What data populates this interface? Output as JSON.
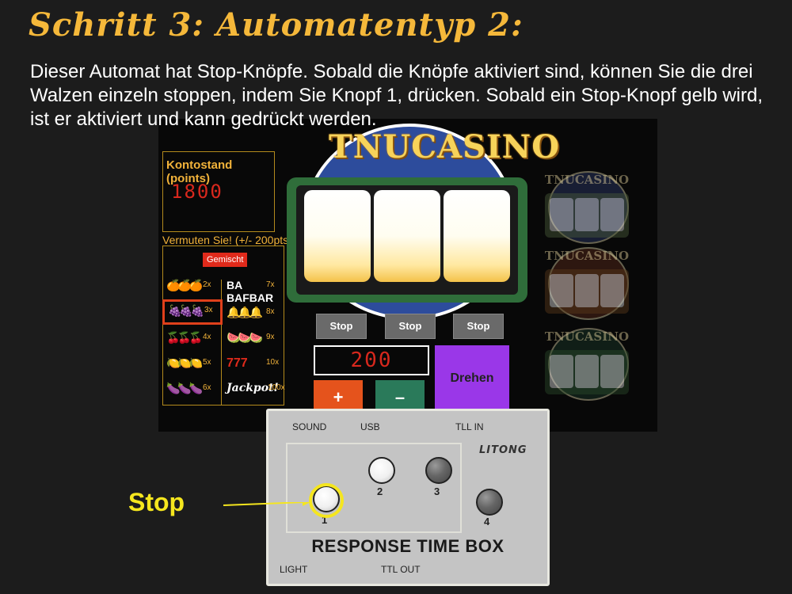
{
  "heading": "Schritt 3: Automatentyp 2:",
  "description": "Dieser Automat hat Stop-Knöpfe. Sobald die Knöpfe aktiviert sind, können Sie die drei Walzen einzeln stoppen, indem Sie Knopf 1, drücken. Sobald ein Stop-Knopf gelb wird, ist er aktiviert und kann gedrückt werden.",
  "game": {
    "balance_label": "Kontostand (points)",
    "balance_value": "1800",
    "guess_label": "Vermuten Sie! (+/- 200pts)",
    "mixed_label": "Gemischt",
    "paytable": [
      {
        "symbol": "oranges-icon",
        "glyph": "🍊🍊🍊",
        "multiplier": "2x"
      },
      {
        "symbol": "barbar-icon",
        "glyph": "BA BAFBAR",
        "multiplier": "7x"
      },
      {
        "symbol": "grapes-icon",
        "glyph": "🍇🍇🍇",
        "multiplier": "3x",
        "selected": true
      },
      {
        "symbol": "bells-icon",
        "glyph": "🔔🔔🔔",
        "multiplier": "8x"
      },
      {
        "symbol": "cherries-icon",
        "glyph": "🍒🍒🍒",
        "multiplier": "4x"
      },
      {
        "symbol": "watermelons-icon",
        "glyph": "🍉🍉🍉",
        "multiplier": "9x"
      },
      {
        "symbol": "lemons-icon",
        "glyph": "🍋🍋🍋",
        "multiplier": "5x"
      },
      {
        "symbol": "sevens-icon",
        "glyph": "777",
        "multiplier": "10x"
      },
      {
        "symbol": "plums-icon",
        "glyph": "🍆🍆🍆",
        "multiplier": "6x"
      },
      {
        "symbol": "jackpot-icon",
        "glyph": "Jackpot!",
        "multiplier": "100x"
      }
    ],
    "logo": "TNUCASINO",
    "stop_buttons": [
      "Stop",
      "Stop",
      "Stop"
    ],
    "bet_value": "200",
    "spin_label": "Drehen",
    "plus_label": "+",
    "minus_label": "–",
    "mini_logos": [
      "TNUCASINO",
      "TNUCASINO",
      "TNUCASINO"
    ]
  },
  "response_box": {
    "labels": {
      "sound": "SOUND",
      "usb": "USB",
      "ttl_in": "TLL IN",
      "light": "LIGHT",
      "ttl_out": "TTL OUT"
    },
    "brand": "LITONG",
    "title": "RESPONSE TIME BOX",
    "button_numbers": [
      "1",
      "2",
      "3",
      "4"
    ]
  },
  "annotation": {
    "label": "Stop",
    "color": "#f5e61e"
  }
}
